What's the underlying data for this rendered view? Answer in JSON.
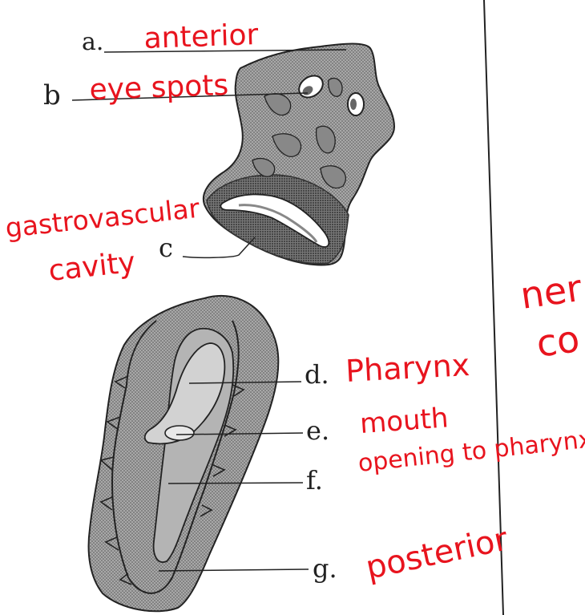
{
  "colors": {
    "annotation": "#e8141e",
    "ink": "#222222",
    "specimen_fill": "#9a9a9a",
    "specimen_dark": "#6e6e6e",
    "cavity_fill": "#ffffff"
  },
  "labels": {
    "a": {
      "letter": "a.",
      "answer": "anterior"
    },
    "b": {
      "letter": "b",
      "answer": "eye spots"
    },
    "c": {
      "letter": "c",
      "answer_line1": "gastrovascular",
      "answer_line2": "cavity"
    },
    "d": {
      "letter": "d.",
      "answer": "Pharynx"
    },
    "e": {
      "letter": "e.",
      "answer": "mouth"
    },
    "f": {
      "letter": "f.",
      "answer": "opening to pharynx"
    },
    "g": {
      "letter": "g.",
      "answer": "posterior"
    }
  },
  "cut_off_text": {
    "line1": "ner",
    "line2": "co"
  }
}
